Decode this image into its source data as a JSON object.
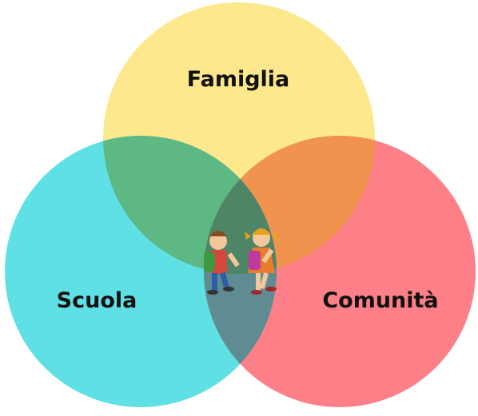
{
  "diagram": {
    "type": "venn-3",
    "circles": [
      {
        "label": "Famiglia",
        "color": "#fde88e"
      },
      {
        "label": "Scuola",
        "color": "#5fe0e5"
      },
      {
        "label": "Comunità",
        "color": "#fd7f87"
      }
    ],
    "overlap_colors": {
      "famiglia_scuola": "#5db883",
      "famiglia_comunita": "#f0934e",
      "scuola_comunita": "#5f8c93",
      "center": "#4e8567"
    },
    "center_illustration": "two-children-walking-with-backpacks"
  }
}
